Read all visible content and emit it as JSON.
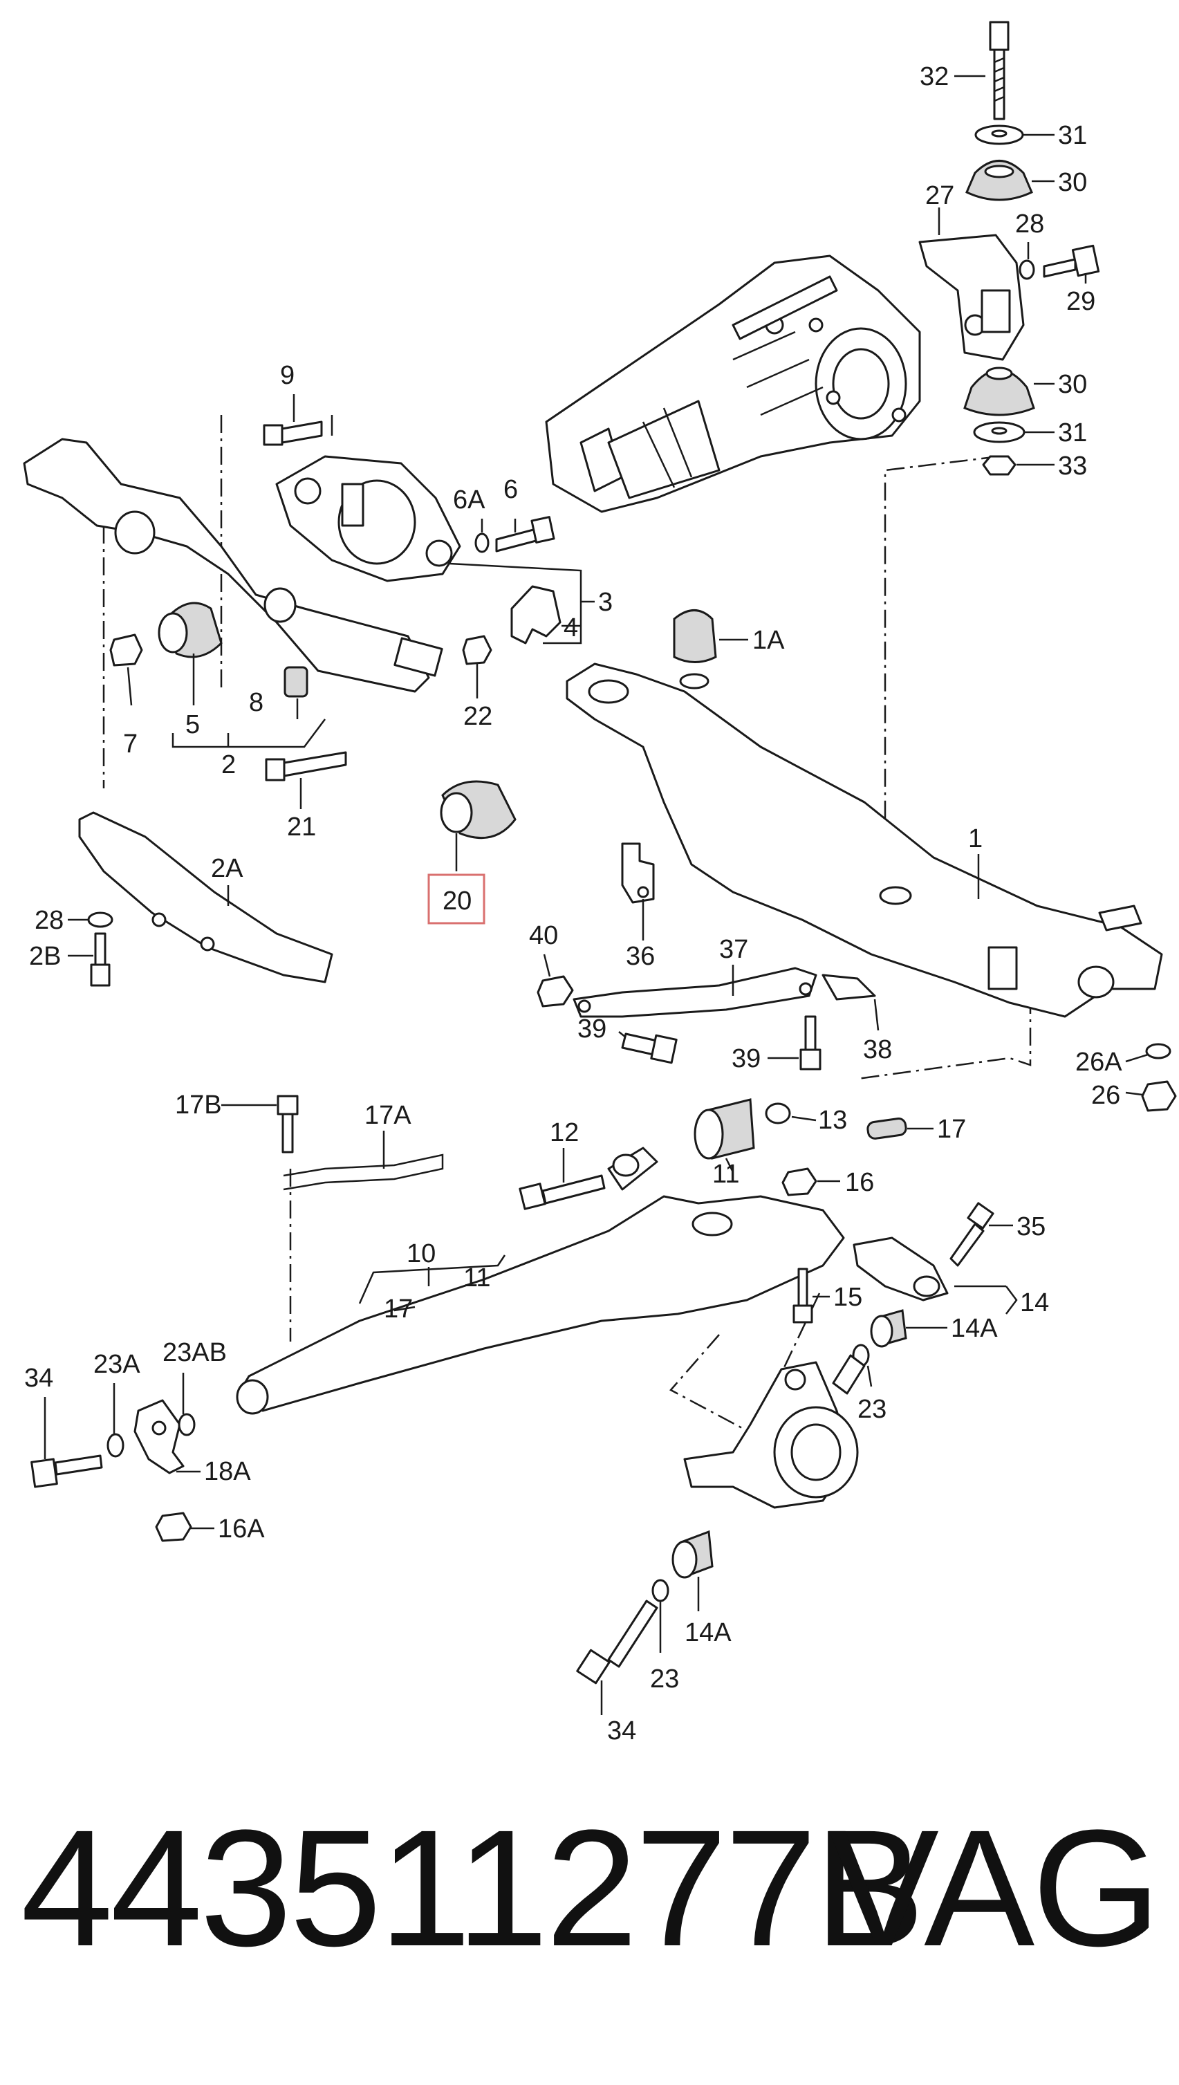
{
  "diagram": {
    "callouts": [
      {
        "id": "c32",
        "label": "32"
      },
      {
        "id": "c31a",
        "label": "31"
      },
      {
        "id": "c30a",
        "label": "30"
      },
      {
        "id": "c27",
        "label": "27"
      },
      {
        "id": "c28a",
        "label": "28"
      },
      {
        "id": "c29",
        "label": "29"
      },
      {
        "id": "c30b",
        "label": "30"
      },
      {
        "id": "c31b",
        "label": "31"
      },
      {
        "id": "c33",
        "label": "33"
      },
      {
        "id": "c9",
        "label": "9"
      },
      {
        "id": "c6A",
        "label": "6A"
      },
      {
        "id": "c6",
        "label": "6"
      },
      {
        "id": "c3",
        "label": "3"
      },
      {
        "id": "c4",
        "label": "4"
      },
      {
        "id": "c1A",
        "label": "1A"
      },
      {
        "id": "c7",
        "label": "7"
      },
      {
        "id": "c5",
        "label": "5"
      },
      {
        "id": "c8",
        "label": "8"
      },
      {
        "id": "c2",
        "label": "2"
      },
      {
        "id": "c22",
        "label": "22"
      },
      {
        "id": "c21",
        "label": "21"
      },
      {
        "id": "c20",
        "label": "20"
      },
      {
        "id": "c2A",
        "label": "2A"
      },
      {
        "id": "c28b",
        "label": "28"
      },
      {
        "id": "c2B",
        "label": "2B"
      },
      {
        "id": "c1",
        "label": "1"
      },
      {
        "id": "c36",
        "label": "36"
      },
      {
        "id": "c40",
        "label": "40"
      },
      {
        "id": "c37",
        "label": "37"
      },
      {
        "id": "c39a",
        "label": "39"
      },
      {
        "id": "c39b",
        "label": "39"
      },
      {
        "id": "c38",
        "label": "38"
      },
      {
        "id": "c26A",
        "label": "26A"
      },
      {
        "id": "c26",
        "label": "26"
      },
      {
        "id": "c17B",
        "label": "17B"
      },
      {
        "id": "c17A",
        "label": "17A"
      },
      {
        "id": "c12",
        "label": "12"
      },
      {
        "id": "c13",
        "label": "13"
      },
      {
        "id": "c17a",
        "label": "17"
      },
      {
        "id": "c11a",
        "label": "11"
      },
      {
        "id": "c16",
        "label": "16"
      },
      {
        "id": "c35",
        "label": "35"
      },
      {
        "id": "c10",
        "label": "10"
      },
      {
        "id": "c11b",
        "label": "11"
      },
      {
        "id": "c17b",
        "label": "17"
      },
      {
        "id": "c15",
        "label": "15"
      },
      {
        "id": "c14",
        "label": "14"
      },
      {
        "id": "c14Aa",
        "label": "14A"
      },
      {
        "id": "c23AB",
        "label": "23AB"
      },
      {
        "id": "c34a",
        "label": "34"
      },
      {
        "id": "c23A",
        "label": "23A"
      },
      {
        "id": "c18A",
        "label": "18A"
      },
      {
        "id": "c16A",
        "label": "16A"
      },
      {
        "id": "c23a",
        "label": "23"
      },
      {
        "id": "c14Ab",
        "label": "14A"
      },
      {
        "id": "c23b",
        "label": "23"
      },
      {
        "id": "c34b",
        "label": "34"
      }
    ],
    "highlight_color": "#d9706f"
  },
  "footer": {
    "part_number": "443511277B",
    "brand": "VAG"
  }
}
